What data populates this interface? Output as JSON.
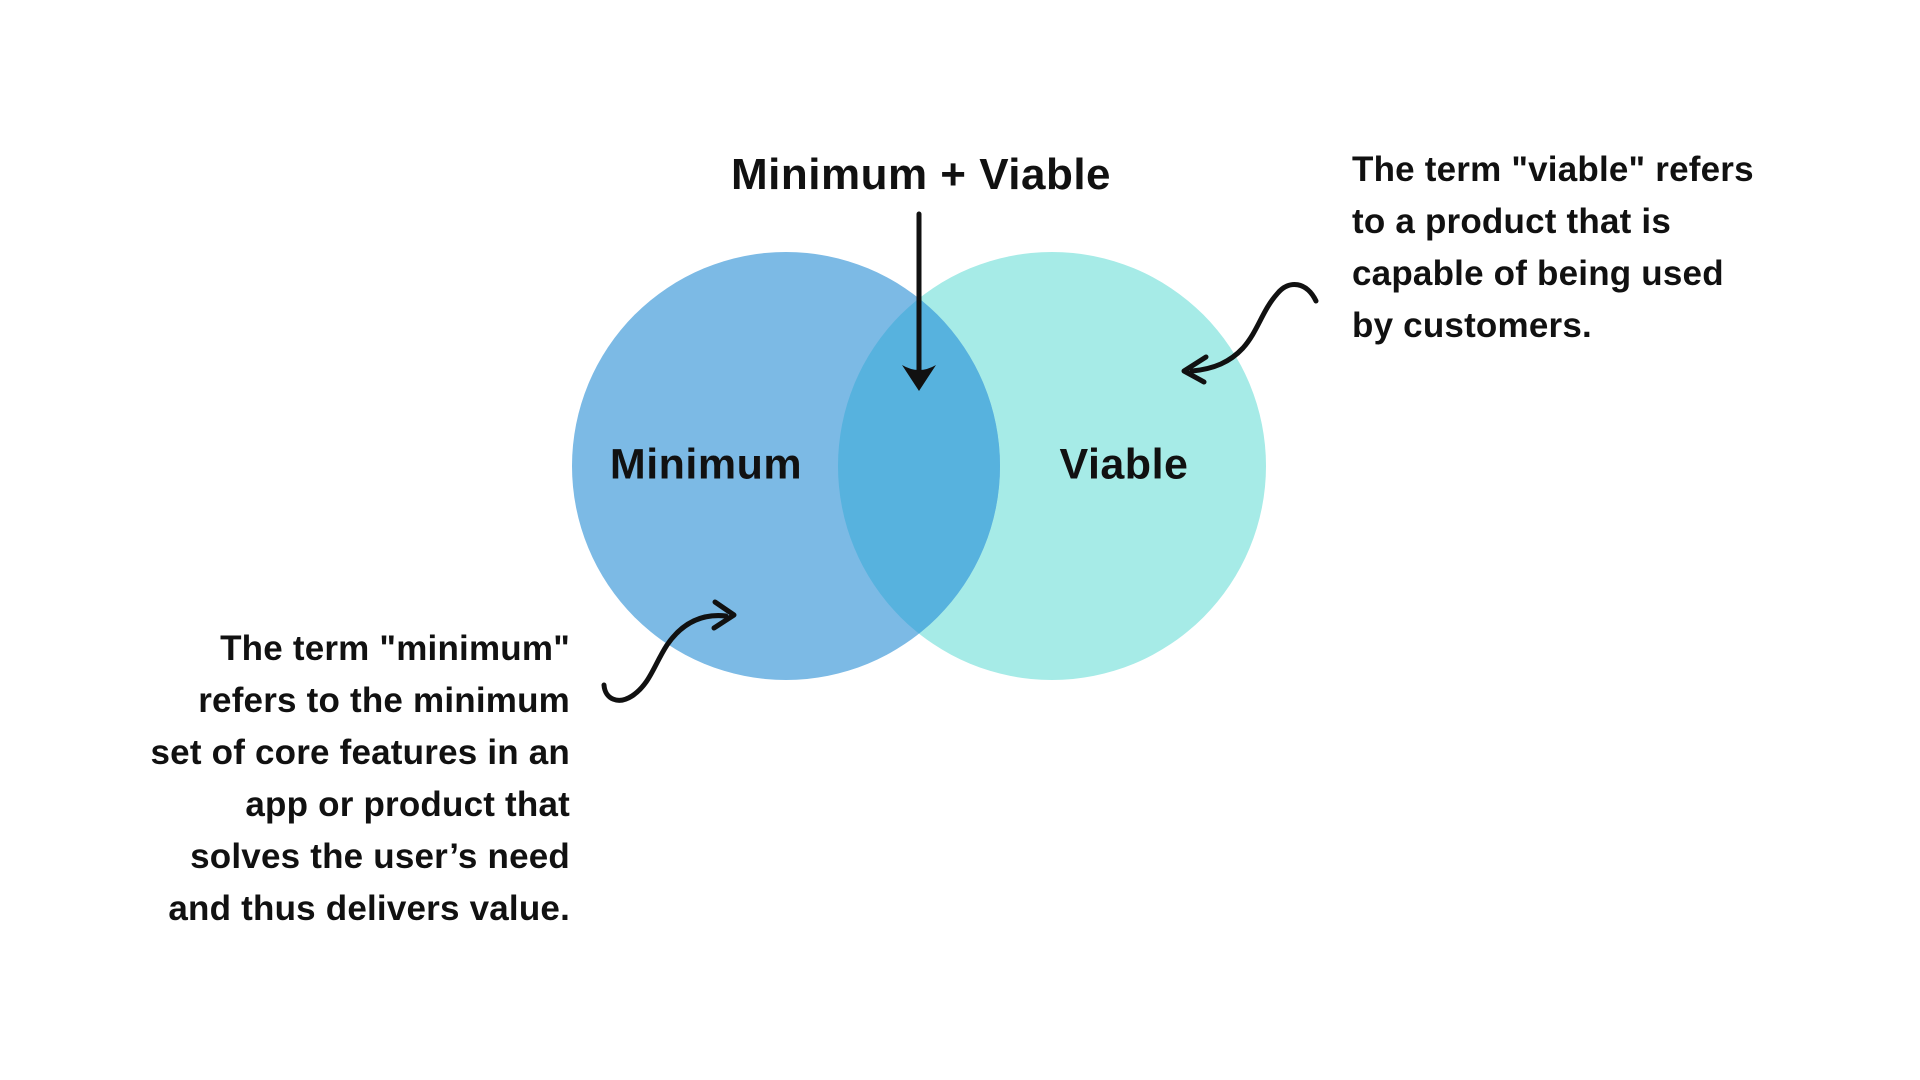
{
  "page": {
    "background": "#ffffff",
    "text_color": "#111111"
  },
  "title": "Minimum + Viable",
  "venn": {
    "left_label": "Minimum",
    "right_label": "Viable",
    "left_color": "#7CBAE5",
    "right_color": "#A6EBE7",
    "overlap_color": "#57B2DE"
  },
  "annotations": {
    "viable_note": "The term \"viable\" refers\nto a product that is\ncapable of being used\nby customers.",
    "minimum_note": "The term \"minimum\"\nrefers to the minimum\nset of core features in an\napp or product that\nsolves the user’s need\nand thus delivers value.",
    "arrow_color": "#111111"
  }
}
